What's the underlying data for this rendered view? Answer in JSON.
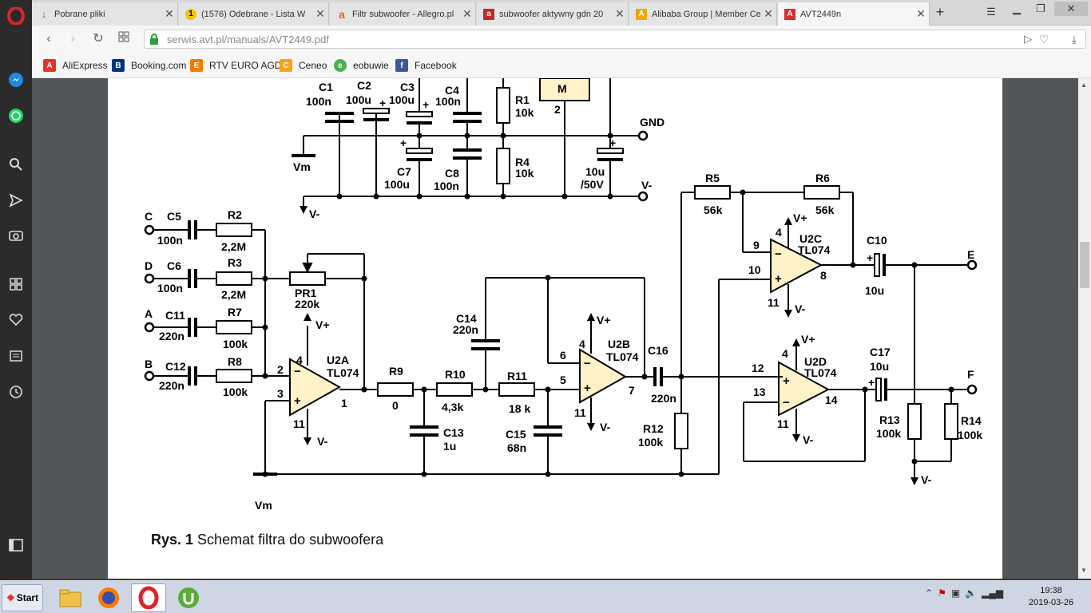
{
  "tabs": [
    {
      "title": "Pobrane pliki",
      "fav_color": "#666666",
      "fav_glyph": "↓"
    },
    {
      "title": "(1576) Odebrane - Lista W",
      "fav_color": "#f5c400",
      "fav_glyph": "1"
    },
    {
      "title": "Filtr subwoofer - Allegro.pl",
      "fav_color": "#ff5a00",
      "fav_glyph": "a"
    },
    {
      "title": "subwoofer aktywny gdn 20",
      "fav_color": "#c62828",
      "fav_glyph": "a"
    },
    {
      "title": "Alibaba Group | Member Ce",
      "fav_color": "#f0a800",
      "fav_glyph": "A"
    },
    {
      "title": "AVT2449n",
      "fav_color": "#d32f2f",
      "fav_glyph": "A"
    }
  ],
  "address": {
    "url": "serwis.avt.pl/manuals/AVT2449.pdf"
  },
  "bookmarks": [
    {
      "label": "AliExpress",
      "color": "#e43225",
      "glyph": "A"
    },
    {
      "label": "Booking.com",
      "color": "#003580",
      "glyph": "B"
    },
    {
      "label": "RTV EURO AGD",
      "color": "#f07d00",
      "glyph": "E"
    },
    {
      "label": "Ceneo",
      "color": "#f7a21b",
      "glyph": "C"
    },
    {
      "label": "eobuwie",
      "color": "#4caf50",
      "glyph": "e"
    },
    {
      "label": "Facebook",
      "color": "#3b5998",
      "glyph": "f"
    }
  ],
  "schematic": {
    "labels": {
      "C1": "C1",
      "C1v": "100n",
      "C2": "C2",
      "C2v": "100u",
      "C3": "C3",
      "C3v": "100u",
      "C4": "C4",
      "C4v": "100n",
      "R1": "R1",
      "R1v": "10k",
      "M": "M",
      "M2": "2",
      "GND": "GND",
      "C7": "C7",
      "C7v": "100u",
      "C8": "C8",
      "C8v": "100n",
      "R4": "R4",
      "R4v": "10k",
      "Cbig": "10u",
      "Cbigv": "/50V",
      "Vm1": "Vm",
      "Vminus1": "V-",
      "Vminus2": "V-",
      "C": "C",
      "C5": "C5",
      "C5v": "100n",
      "R2": "R2",
      "R2v": "2,2M",
      "D": "D",
      "C6": "C6",
      "C6v": "100n",
      "R3": "R3",
      "R3v": "2,2M",
      "PR1": "PR1",
      "PR1v": "220k",
      "A": "A",
      "C11": "C11",
      "C11v": "220n",
      "R7": "R7",
      "R7v": "100k",
      "B": "B",
      "C12": "C12",
      "C12v": "220n",
      "R8": "R8",
      "R8v": "100k",
      "U2A": "U2A",
      "U2At": "TL074",
      "p4a": "4",
      "p2a": "2",
      "p3a": "3",
      "p11a": "11",
      "p1a": "1",
      "Vp_a": "V+",
      "Vm_a": "V-",
      "R9": "R9",
      "R9v": "0",
      "R10": "R10",
      "R10v": "4,3k",
      "R11": "R11",
      "R11v": "18 k",
      "C13": "C13",
      "C13v": "1u",
      "C14": "C14",
      "C14v": "220n",
      "C15": "C15",
      "C15v": "68n",
      "U2B": "U2B",
      "U2Bt": "TL074",
      "p4b": "4",
      "p6b": "6",
      "p5b": "5",
      "p11b": "11",
      "p7b": "7",
      "Vp_b": "V+",
      "Vm_b": "V-",
      "C16": "C16",
      "C16v": "220n",
      "R12": "R12",
      "R12v": "100k",
      "Vm2": "Vm",
      "R5": "R5",
      "R5v": "56k",
      "R6": "R6",
      "R6v": "56k",
      "U2C": "U2C",
      "U2Ct": "TL074",
      "p4c": "4",
      "p9c": "9",
      "p10c": "10",
      "p11c": "11",
      "p8c": "8",
      "Vp_c": "V+",
      "Vm_c": "V-",
      "C10": "C10",
      "C10v": "10u",
      "E": "E",
      "U2D": "U2D",
      "U2Dt": "TL074",
      "p4d": "4",
      "p12d": "12",
      "p13d": "13",
      "p11d": "11",
      "p14d": "14",
      "Vp_d": "V+",
      "Vm_d": "V-",
      "C17": "C17",
      "C17v": "10u",
      "F": "F",
      "R13": "R13",
      "R13v": "100k",
      "R14": "R14",
      "R14v": "100k",
      "Vminus3": "V-"
    }
  },
  "caption": {
    "bold": "Rys. 1",
    "text": " Schemat filtra do subwoofera"
  },
  "taskbar": {
    "start": "Start",
    "time": "19:38",
    "date": "2019-03-26"
  }
}
